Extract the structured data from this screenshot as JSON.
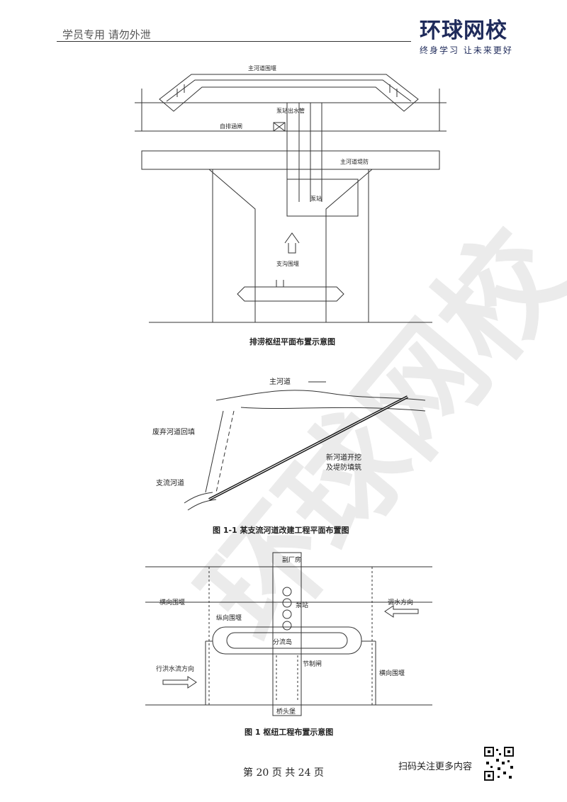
{
  "header": {
    "note": "学员专用 请勿外泄",
    "logo_main": "环球网校",
    "logo_sub": "终身学习 让未来更好"
  },
  "watermark": "环球网校",
  "figure1": {
    "caption": "排涝枢纽平面布置示意图",
    "labels": {
      "main_cofferdam": "主河道围堰",
      "pump_outlet": "泵站出水管",
      "auto_sluice": "自排涵闸",
      "main_levee": "主河道堤防",
      "pump_station": "泵站",
      "branch_cofferdam": "支沟围堰"
    }
  },
  "figure2": {
    "caption": "图 1-1 某支流河道改建工程平面布置图",
    "labels": {
      "main_river": "主河道",
      "abandoned_fill": "废弃河道回填",
      "new_channel_1": "新河道开挖",
      "new_channel_2": "及堤防填筑",
      "branch_river": "支流河道"
    }
  },
  "figure3": {
    "caption": "图 1 枢纽工程布置示意图",
    "labels": {
      "aux_plant": "副厂房",
      "pump_station": "泵站",
      "transverse_cofferdam_left": "横向围堰",
      "longitudinal_cofferdam": "纵向围堰",
      "diversion_island": "分流岛",
      "flow_dir_left": "行洪水流方向",
      "flow_dir_right": "调水方向",
      "transverse_cofferdam_right": "横向围堰",
      "control_gate": "节制闸",
      "bridge_pier": "桥头堡"
    }
  },
  "footer": {
    "page": "第 20 页 共 24 页",
    "qr_text": "扫码关注更多内容"
  }
}
